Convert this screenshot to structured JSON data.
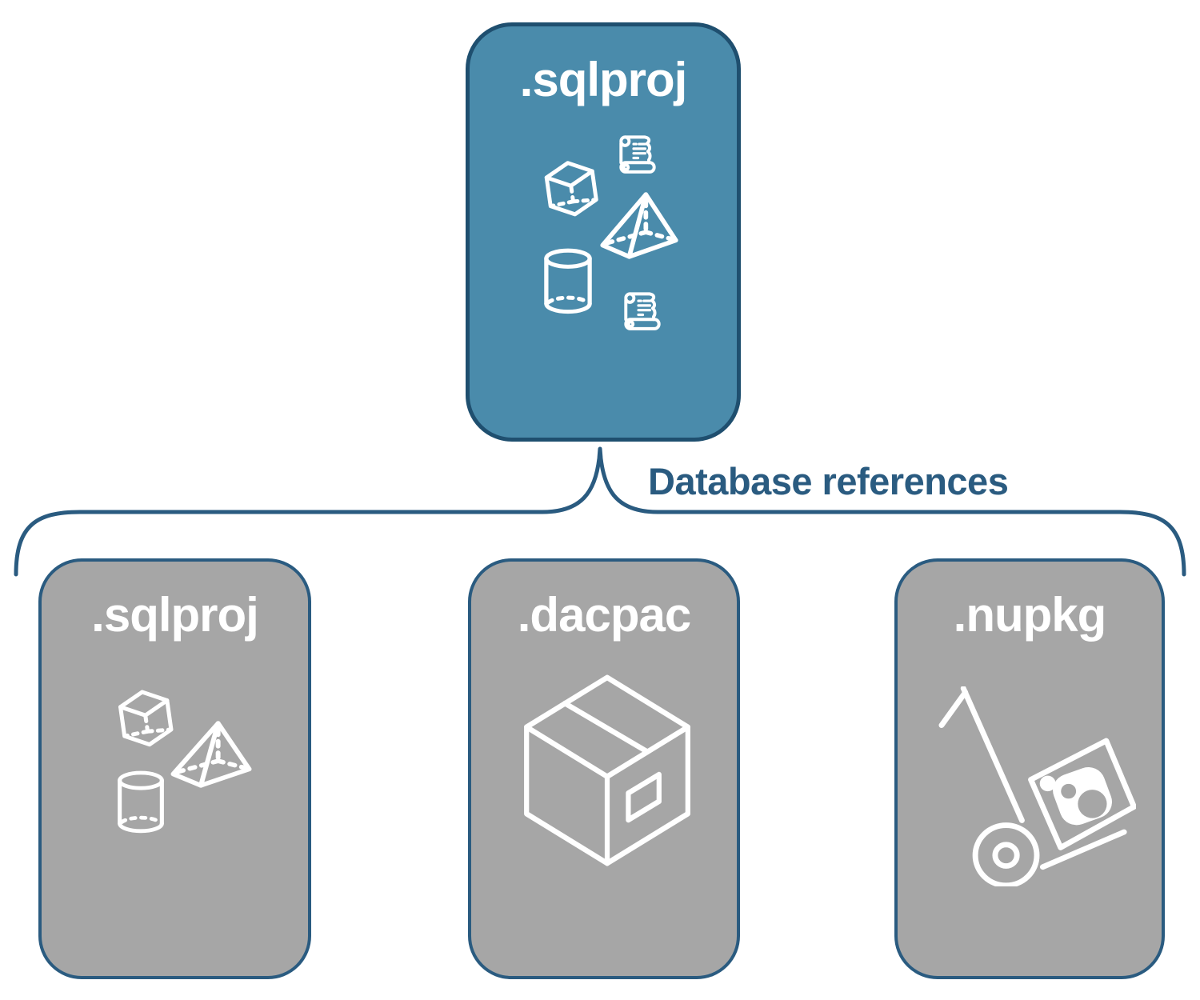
{
  "root_node": {
    "label": ".sqlproj",
    "icons": [
      "scroll-icon",
      "cube-icon",
      "pyramid-icon",
      "cylinder-icon",
      "scroll-icon"
    ]
  },
  "connector": {
    "label": "Database references"
  },
  "child_nodes": [
    {
      "label": ".sqlproj",
      "icons": [
        "cube-icon",
        "pyramid-icon",
        "cylinder-icon"
      ]
    },
    {
      "label": ".dacpac",
      "icons": [
        "package-box-icon"
      ]
    },
    {
      "label": ".nupkg",
      "icons": [
        "nuget-dolly-icon"
      ]
    }
  ],
  "colors": {
    "root_fill": "#4A8BAB",
    "root_border": "#1F4F6F",
    "child_fill": "#A6A6A6",
    "child_border": "#2A5B80",
    "connector_line": "#2A5B80",
    "label_text": "#2A5B80",
    "icon_stroke": "#FFFFFF"
  }
}
